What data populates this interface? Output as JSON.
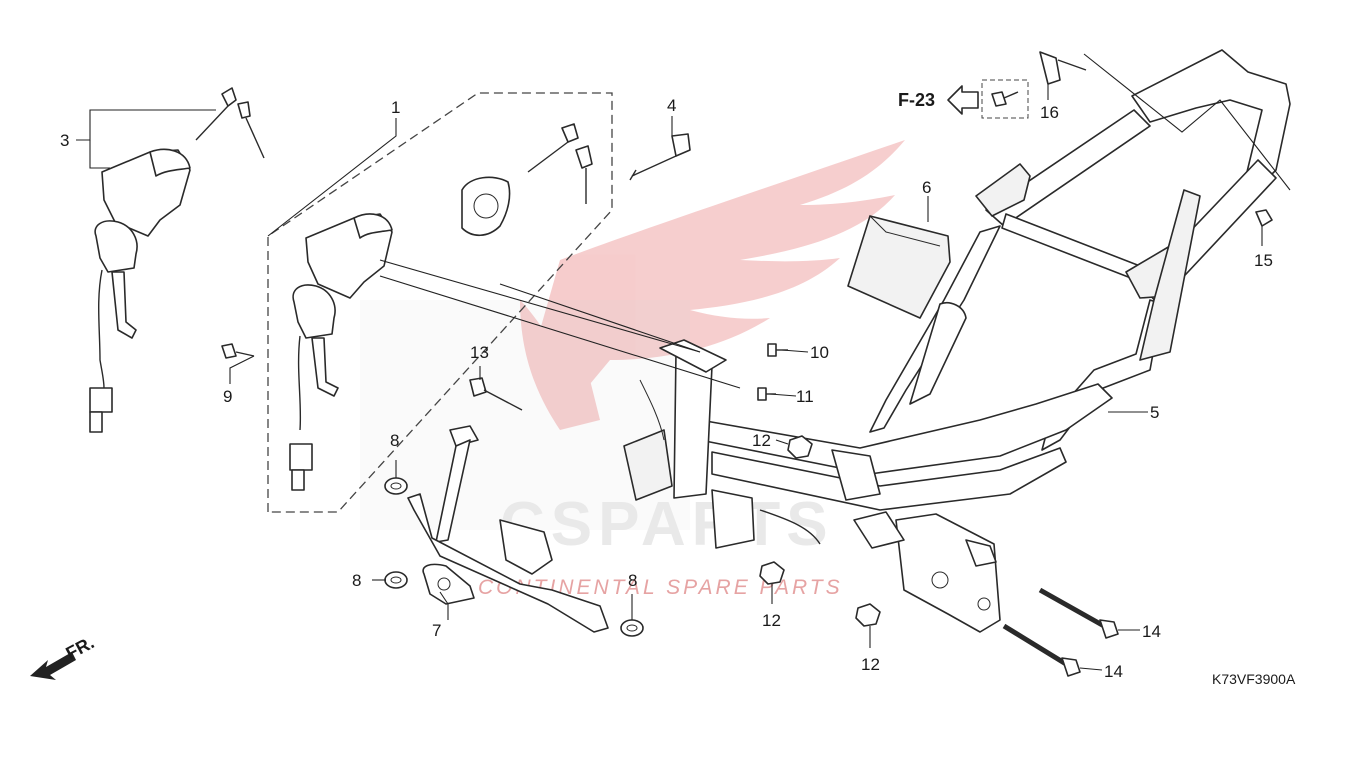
{
  "diagram": {
    "reference_code": "K73VF3900A",
    "cross_reference": "F-23",
    "front_indicator": "FR.",
    "watermark": {
      "wordmark": "CSPARTS",
      "tagline": "CONTINENTAL SPARE PARTS"
    },
    "callouts": {
      "c1": "1",
      "c3": "3",
      "c4": "4",
      "c5": "5",
      "c6": "6",
      "c7": "7",
      "c8a": "8",
      "c8b": "8",
      "c8c": "8",
      "c9": "9",
      "c10": "10",
      "c11": "11",
      "c12a": "12",
      "c12b": "12",
      "c12c": "12",
      "c13": "13",
      "c14a": "14",
      "c14b": "14",
      "c15": "15",
      "c16": "16"
    }
  }
}
